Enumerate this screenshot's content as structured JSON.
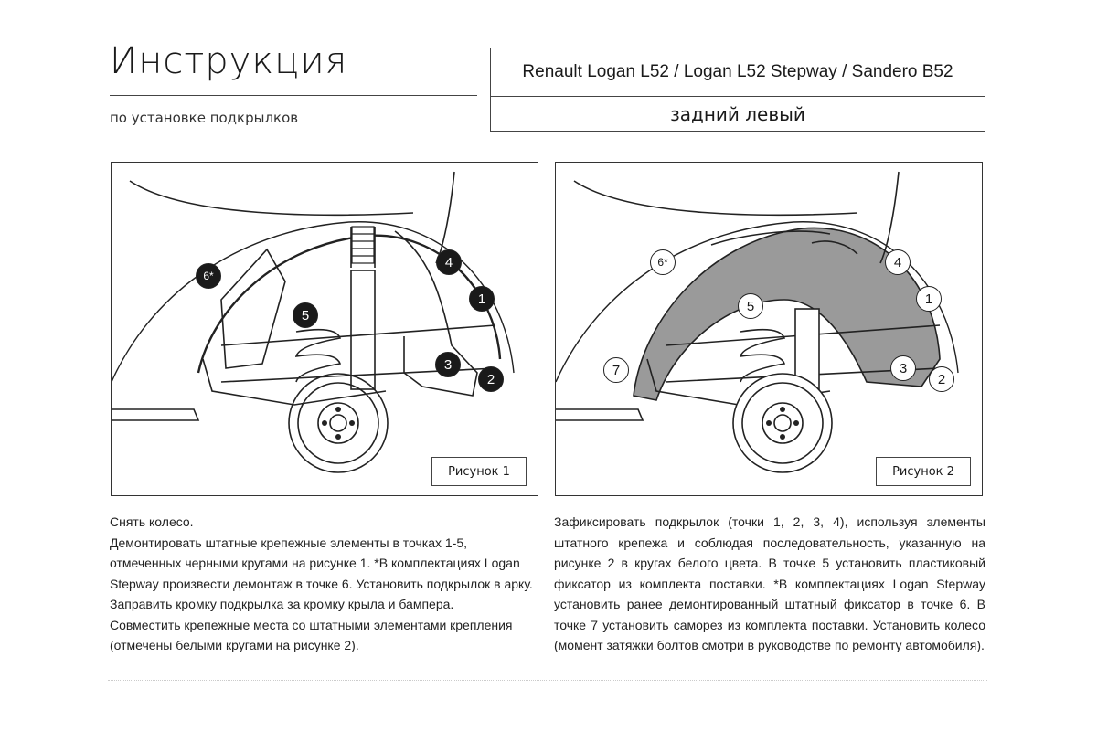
{
  "header": {
    "title": "Инструкция",
    "subtitle": "по установке подкрылков",
    "models": "Renault Logan L52 / Logan L52 Stepway / Sandero B52",
    "position": "задний левый"
  },
  "figure1": {
    "label": "Рисунок 1",
    "points": [
      "1",
      "2",
      "3",
      "4",
      "5",
      "6*"
    ]
  },
  "figure2": {
    "label": "Рисунок 2",
    "points": [
      "1",
      "2",
      "3",
      "4",
      "5",
      "6*",
      "7"
    ]
  },
  "instructions_left": [
    "Снять колесо.",
    "Демонтировать штатные крепежные элементы в точках 1-5, отмеченных черными кругами на рисунке 1. *В комплектациях Logan Stepway произвести демонтаж в точке 6. Установить подкрылок в арку.",
    "Заправить кромку подкрылка за кромку крыла и бампера.",
    "Совместить крепежные места со штатными элементами крепления (отмечены белыми кругами на рисунке 2)."
  ],
  "instructions_right": [
    "Зафиксировать подкрылок (точки 1, 2, 3, 4), используя элементы штатного крепежа и соблюдая последовательность, указанную на рисунке 2 в кругах белого цвета. В точке 5 установить пластиковый фиксатор из комплекта поставки. *В комплектациях Logan Stepway установить ранее демонтированный штатный фиксатор в точке 6. В точке 7 установить саморез из комплекта поставки. Установить колесо (момент затяжки болтов смотри в руководстве по ремонту автомобиля)."
  ]
}
